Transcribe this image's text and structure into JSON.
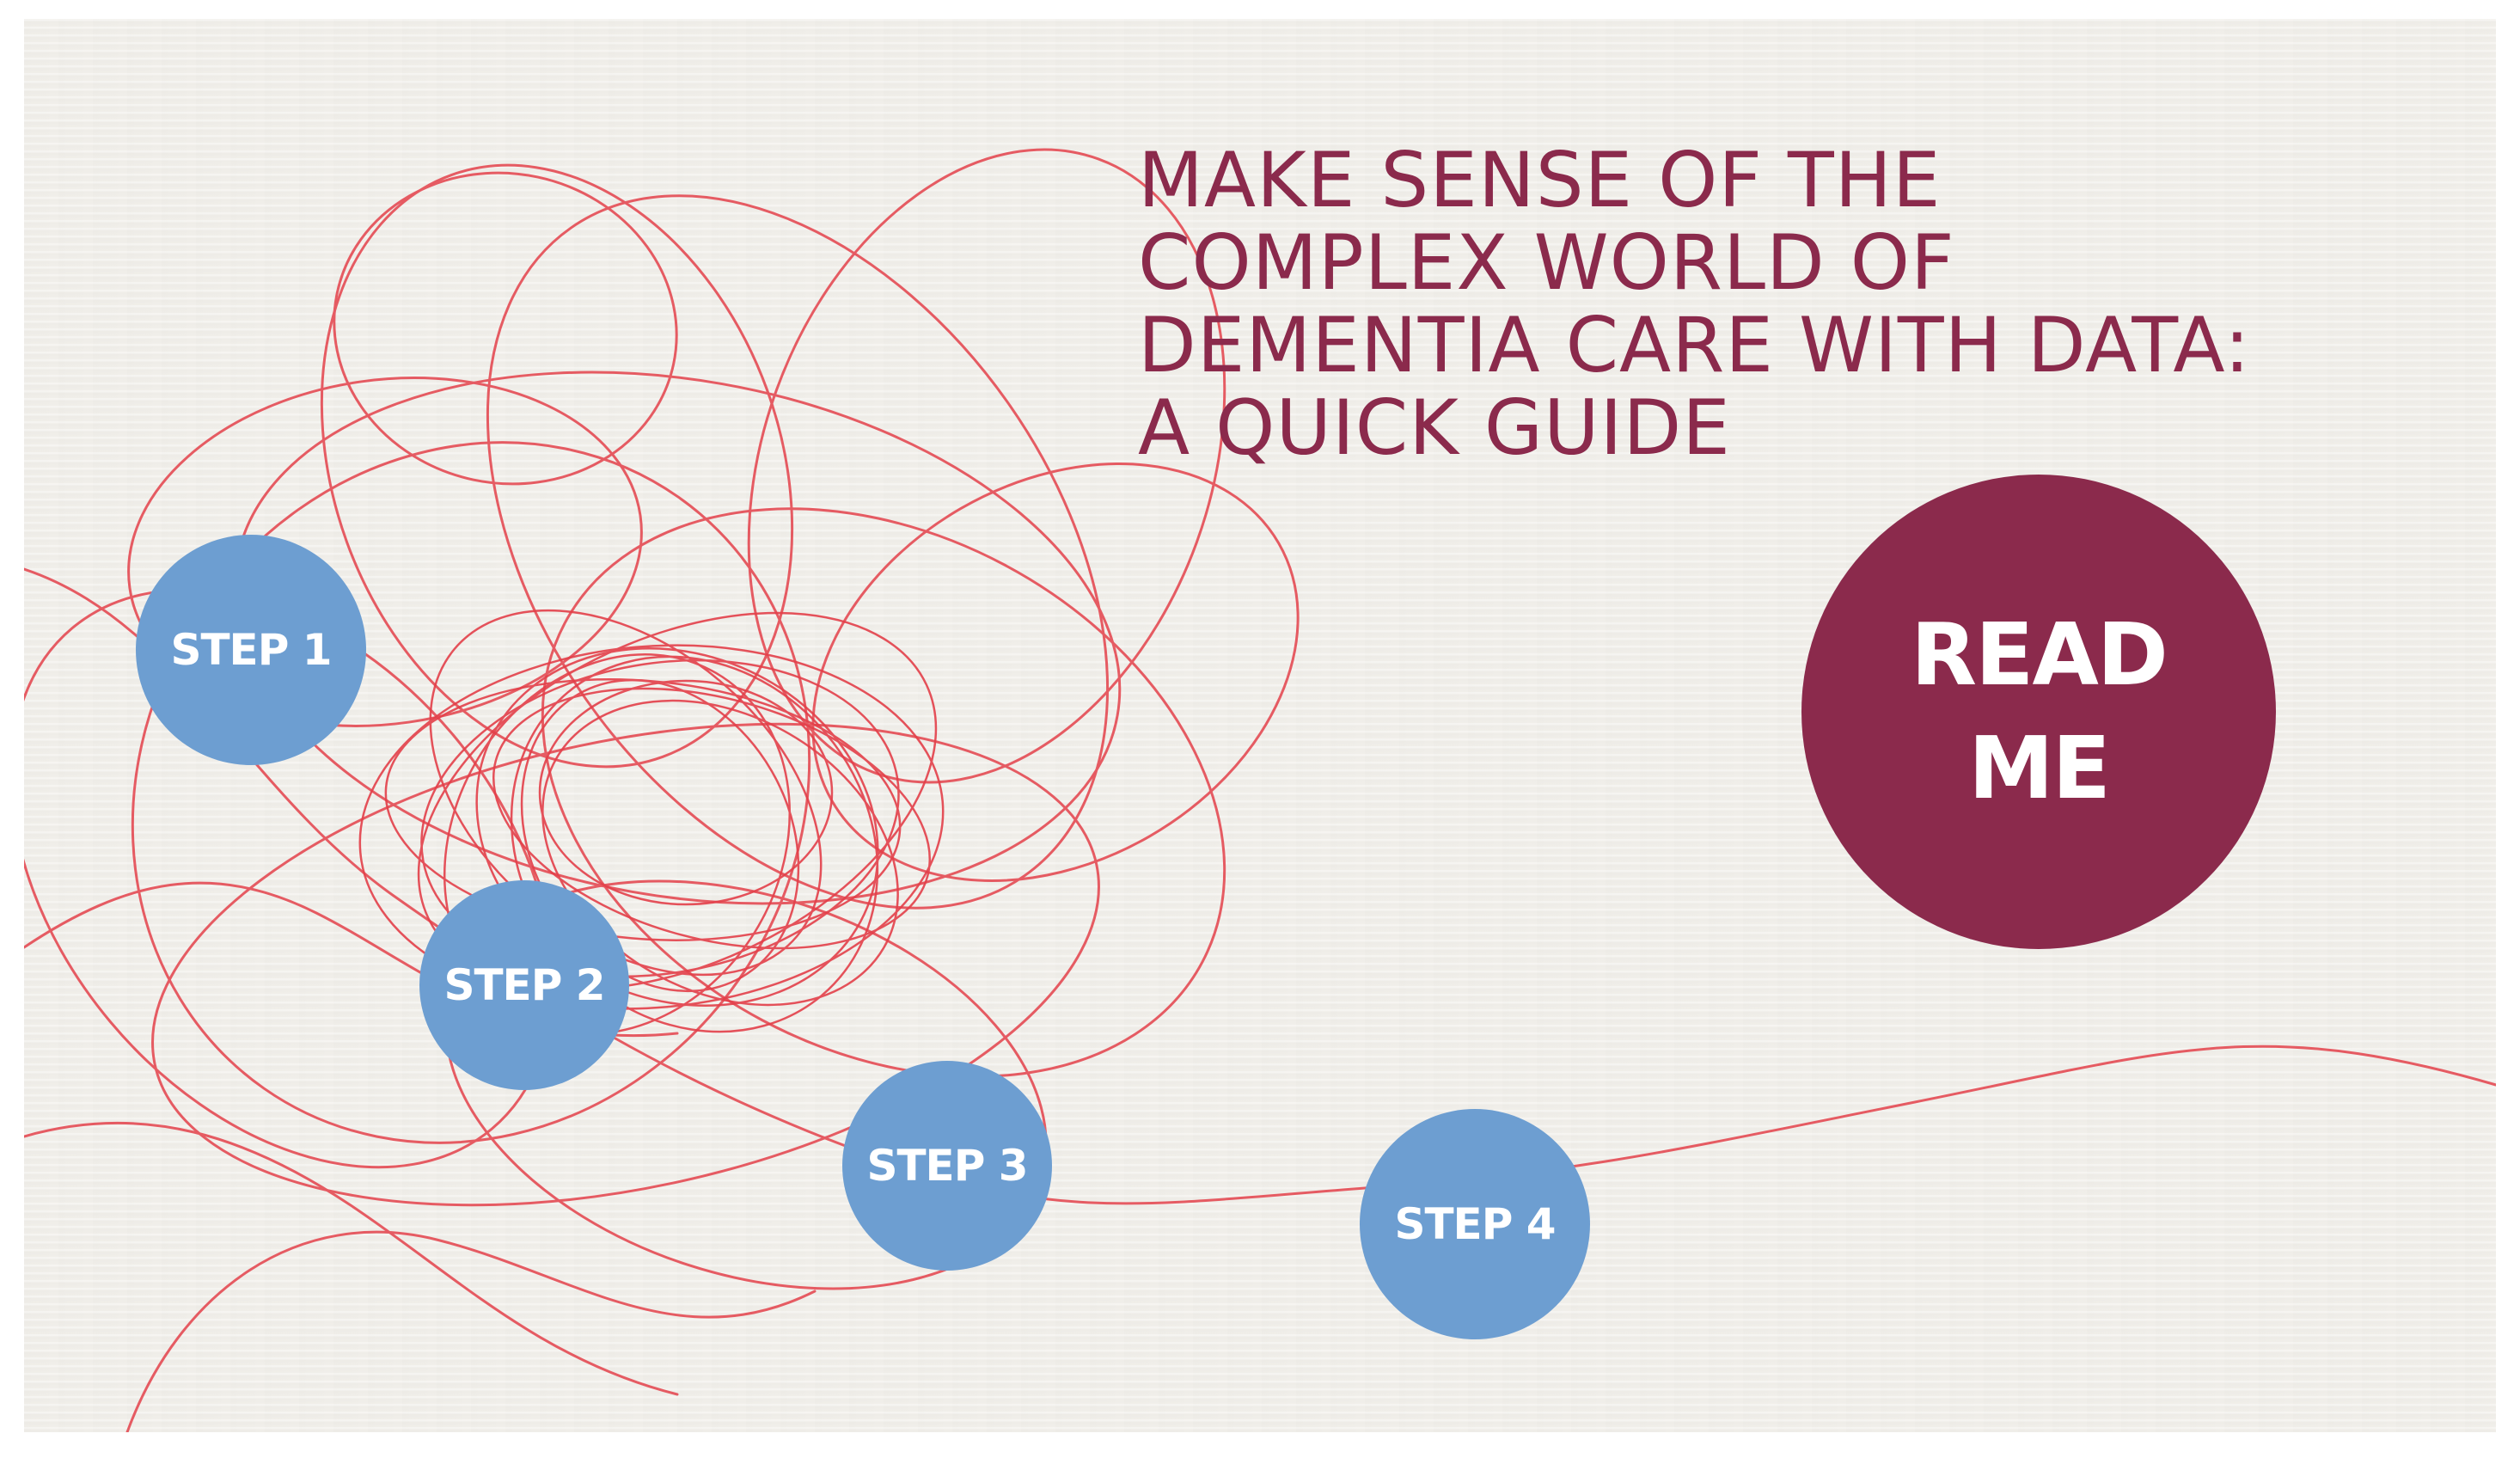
{
  "title": {
    "lines": [
      "MAKE SENSE OF THE",
      "COMPLEX WORLD OF",
      "DEMENTIA CARE WITH DATA:",
      "A QUICK GUIDE"
    ]
  },
  "steps": [
    {
      "label": "STEP 1"
    },
    {
      "label": "STEP 2"
    },
    {
      "label": "STEP 3"
    },
    {
      "label": "STEP 4"
    }
  ],
  "read_me": {
    "lines": [
      "READ",
      "ME"
    ]
  },
  "colors": {
    "title": "#8b2a4c",
    "step_circle": "#6d9ed1",
    "read_me_circle": "#8b2a4c",
    "thread": "#e3404a",
    "background": "#f1efea"
  },
  "illustration": {
    "icon": "tangled-red-thread"
  }
}
